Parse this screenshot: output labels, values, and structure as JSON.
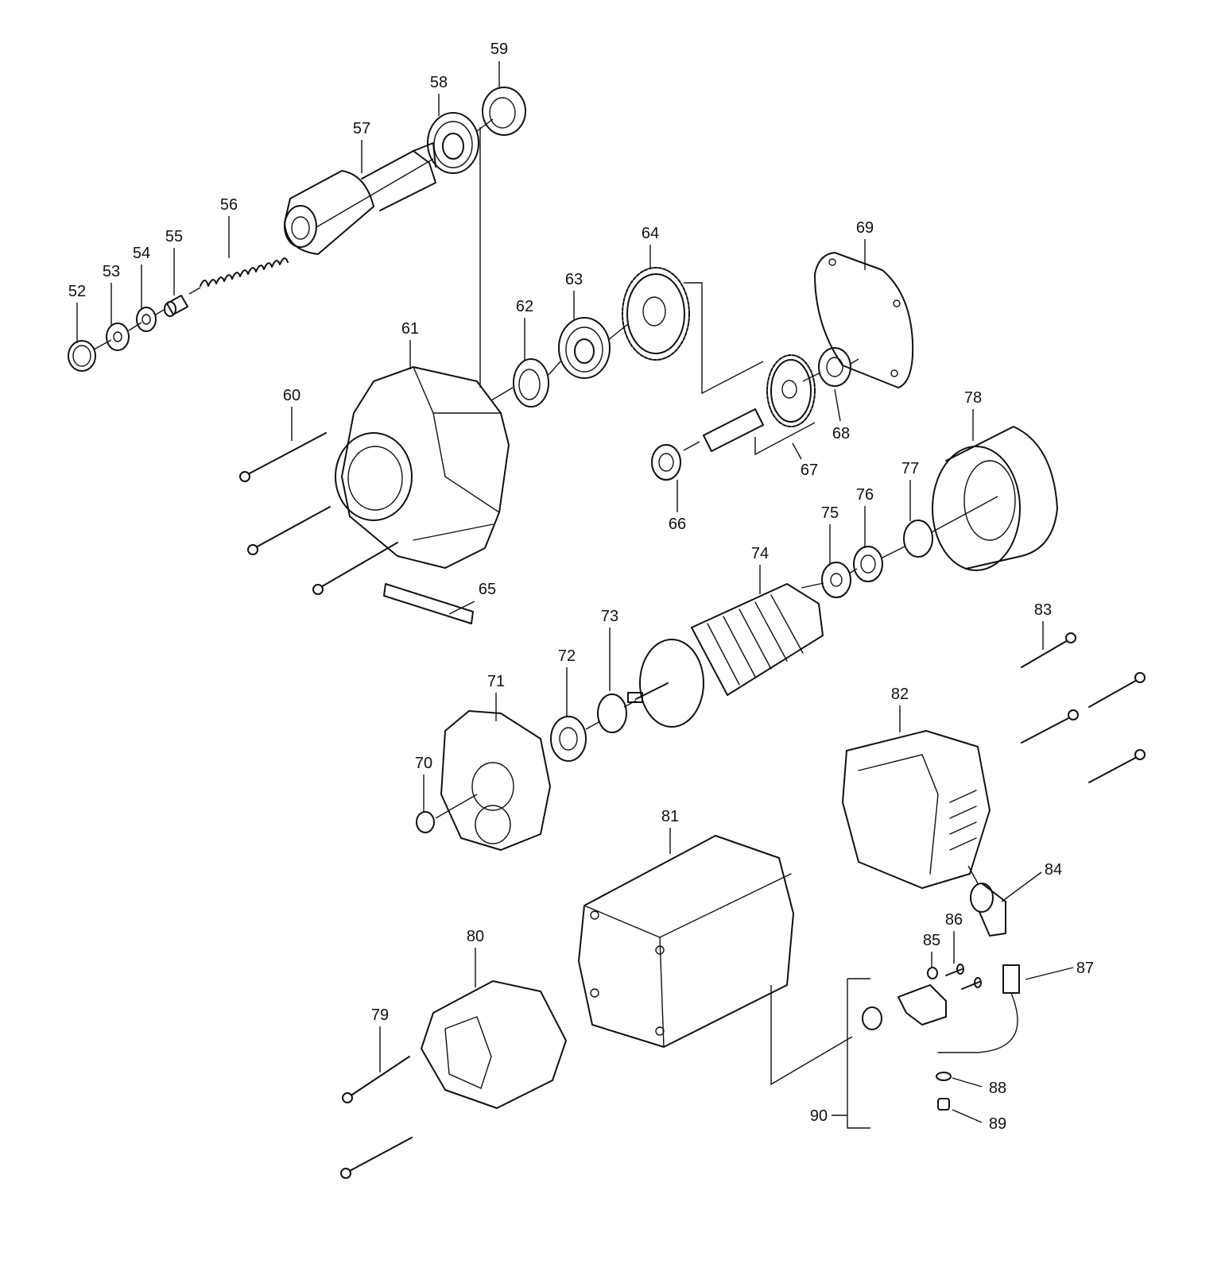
{
  "labels": {
    "p52": "52",
    "p53": "53",
    "p54": "54",
    "p55": "55",
    "p56": "56",
    "p57": "57",
    "p58": "58",
    "p59": "59",
    "p60": "60",
    "p61": "61",
    "p62": "62",
    "p63": "63",
    "p64": "64",
    "p65": "65",
    "p66": "66",
    "p67": "67",
    "p68": "68",
    "p69": "69",
    "p70": "70",
    "p71": "71",
    "p72": "72",
    "p73": "73",
    "p74": "74",
    "p75": "75",
    "p76": "76",
    "p77": "77",
    "p78": "78",
    "p79": "79",
    "p80": "80",
    "p81": "81",
    "p82": "82",
    "p83": "83",
    "p84": "84",
    "p85": "85",
    "p86": "86",
    "p87": "87",
    "p88": "88",
    "p89": "89",
    "p90": "90"
  }
}
